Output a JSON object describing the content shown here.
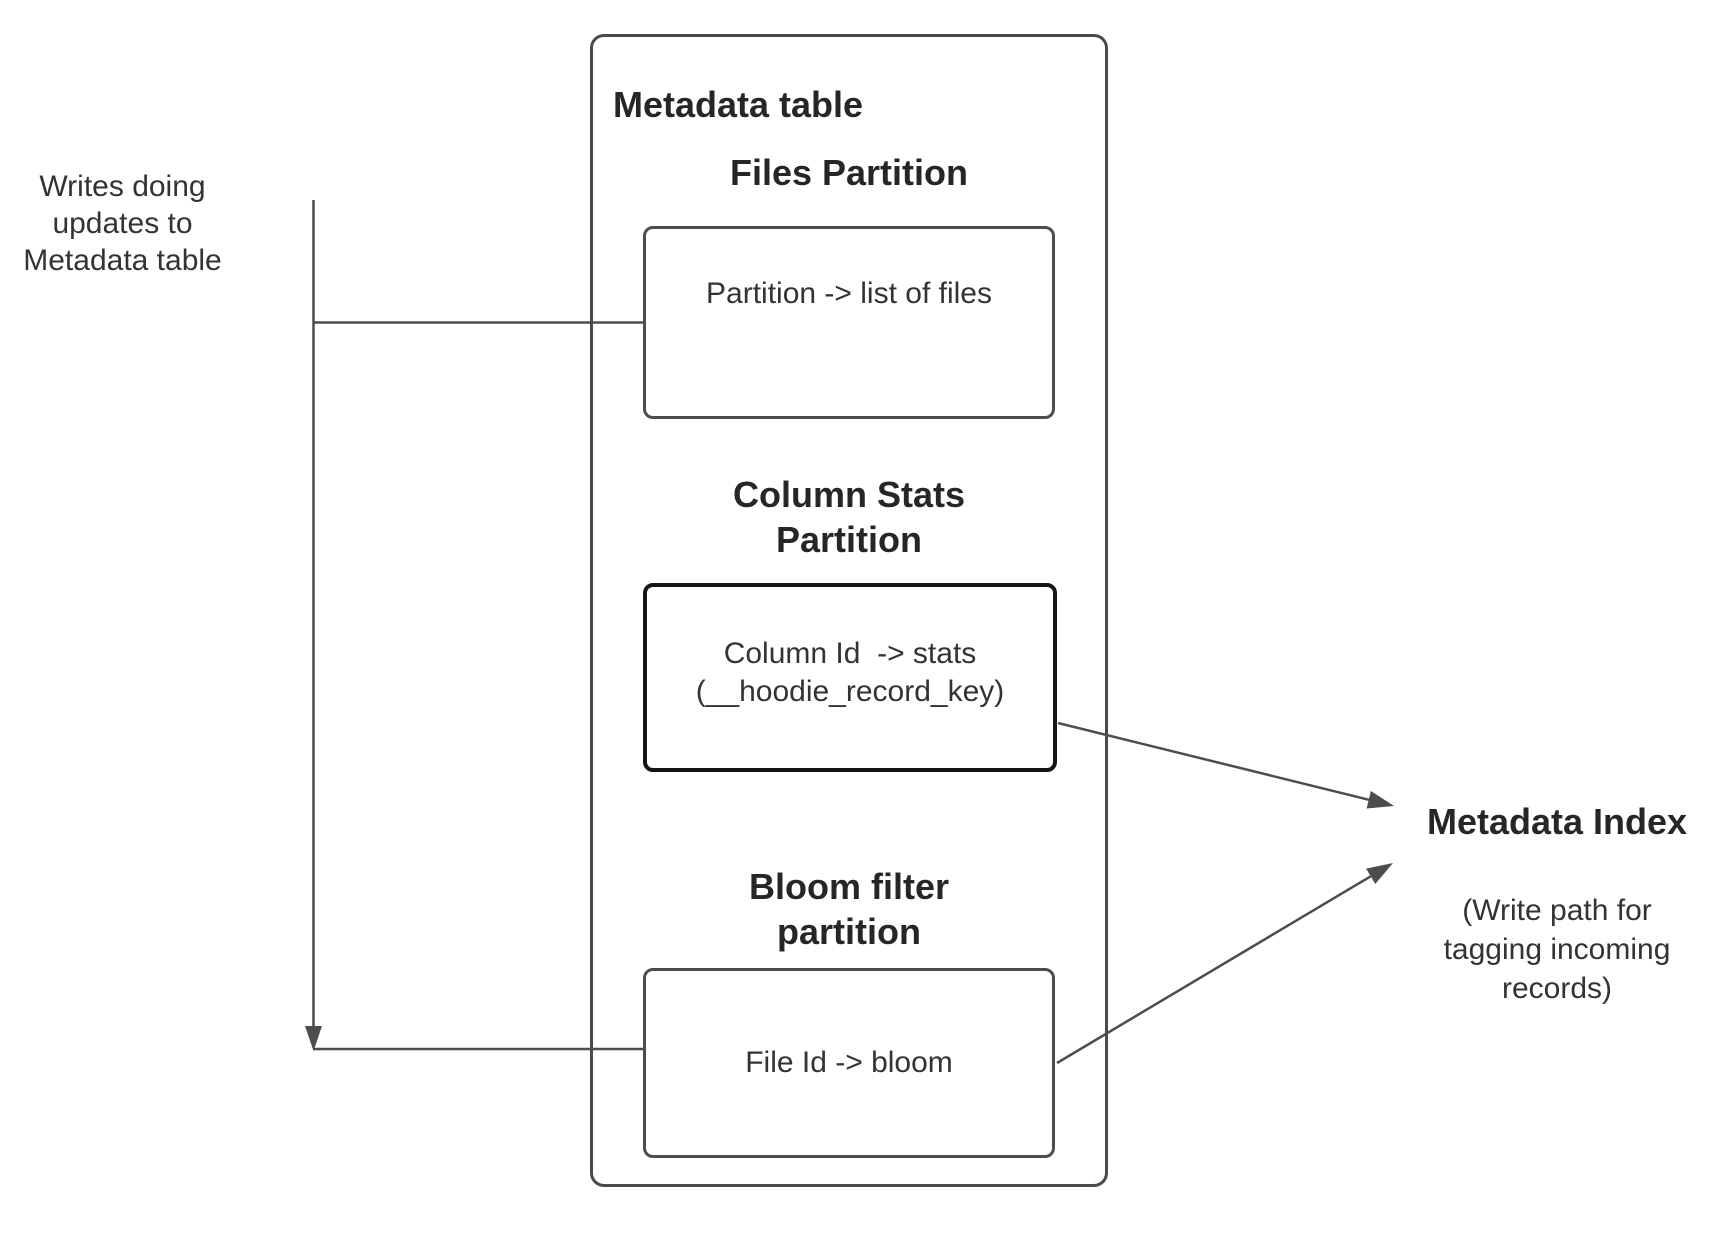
{
  "left_note": {
    "lines": [
      "Writes doing",
      "updates to",
      "Metadata table"
    ]
  },
  "metadata_table": {
    "title": "Metadata table",
    "files_partition": {
      "heading": "Files Partition",
      "body": "Partition -> list of files"
    },
    "column_stats_partition": {
      "heading_lines": [
        "Column Stats",
        "Partition"
      ],
      "body_lines": [
        "Column Id  -> stats",
        "(__hoodie_record_key)"
      ]
    },
    "bloom_filter_partition": {
      "heading_lines": [
        "Bloom filter",
        "partition"
      ],
      "body": "File Id -> bloom"
    }
  },
  "metadata_index": {
    "title": "Metadata Index",
    "subtitle_lines": [
      "(Write path for",
      "tagging incoming",
      "records)"
    ]
  },
  "colors": {
    "line": "#4d4d4d",
    "box_border": "#4a4a4a",
    "emphasis_border": "#151515",
    "heading_text": "#262626",
    "body_text": "#333333",
    "background": "#ffffff"
  }
}
